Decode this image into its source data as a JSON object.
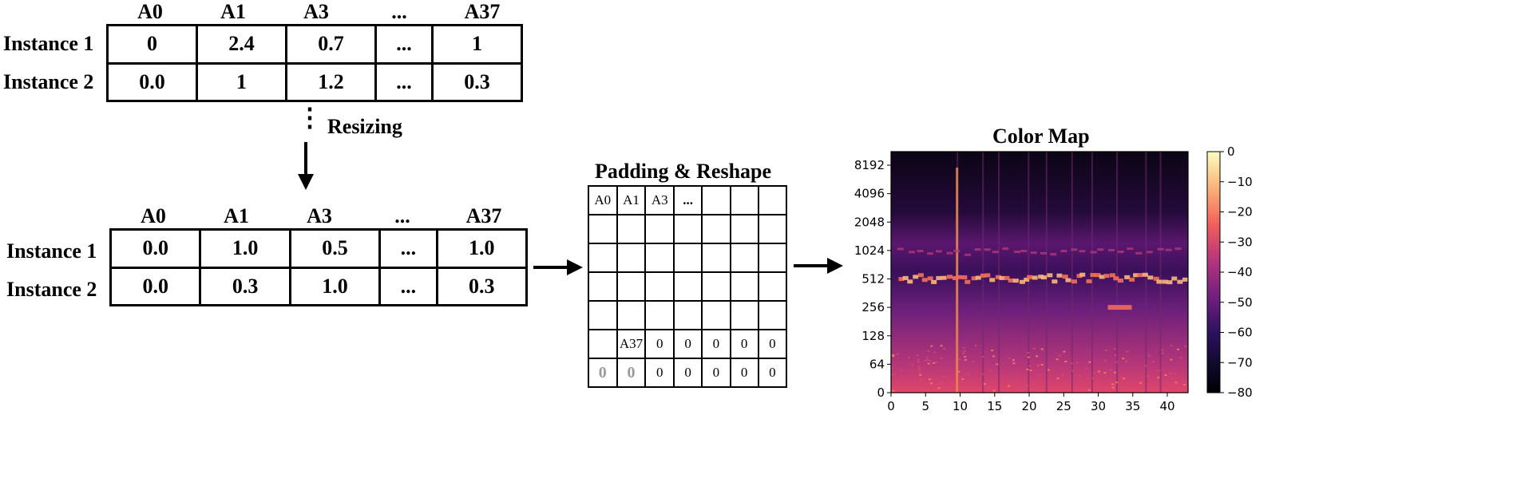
{
  "table_raw": {
    "headers": [
      "A0",
      "A1",
      "A3",
      "...",
      "A37"
    ],
    "rows": [
      {
        "label": "Instance 1",
        "cells": [
          "0",
          "2.4",
          "0.7",
          "...",
          "1"
        ]
      },
      {
        "label": "Instance 2",
        "cells": [
          "0.0",
          "1",
          "1.2",
          "...",
          "0.3"
        ]
      }
    ]
  },
  "resize_step": {
    "dots": "⋮",
    "label": "Resizing"
  },
  "table_resized": {
    "headers": [
      "A0",
      "A1",
      "A3",
      "...",
      "A37"
    ],
    "rows": [
      {
        "label": "Instance 1",
        "cells": [
          "0.0",
          "1.0",
          "0.5",
          "...",
          "1.0"
        ]
      },
      {
        "label": "Instance 2",
        "cells": [
          "0.0",
          "0.3",
          "1.0",
          "...",
          "0.3"
        ]
      }
    ]
  },
  "padding": {
    "title": "Padding & Reshape",
    "grid": [
      [
        "A0",
        "A1",
        "A3",
        "...",
        "",
        "",
        ""
      ],
      [
        "",
        "",
        "",
        "",
        "",
        "",
        ""
      ],
      [
        "",
        "",
        "",
        "",
        "",
        "",
        ""
      ],
      [
        "",
        "",
        "",
        "",
        "",
        "",
        ""
      ],
      [
        "",
        "",
        "",
        "",
        "",
        "",
        ""
      ],
      [
        "",
        "A37",
        "0",
        "0",
        "0",
        "0",
        "0"
      ],
      [
        "0",
        "0",
        "0",
        "0",
        "0",
        "0",
        "0"
      ]
    ]
  },
  "colormap": {
    "title": "Color Map",
    "y_ticks": [
      "0",
      "64",
      "128",
      "256",
      "512",
      "1024",
      "2048",
      "4096",
      "8192"
    ],
    "x_ticks": [
      "0",
      "5",
      "10",
      "15",
      "20",
      "25",
      "30",
      "35",
      "40"
    ],
    "colorbar_ticks": [
      "0",
      "−10",
      "−20",
      "−30",
      "−40",
      "−50",
      "−60",
      "−70",
      "−80"
    ],
    "colors": {
      "low": "#000004",
      "mid": "#b5367a",
      "high": "#fcfdbf"
    }
  }
}
